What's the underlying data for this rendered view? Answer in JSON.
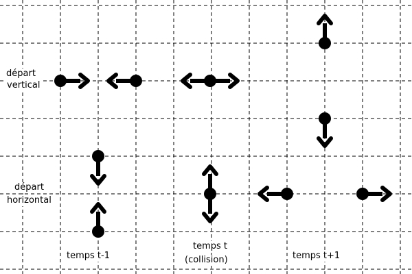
{
  "labels": {
    "start_vertical_line1": "départ",
    "start_vertical_line2": "vertical",
    "start_horizontal_line1": "départ",
    "start_horizontal_line2": "horizontal",
    "time_prev": "temps t-1",
    "time_collision_line1": "temps t",
    "time_collision_line2": "(collision)",
    "time_next": "temps t+1"
  },
  "particles": [
    {
      "name": "vertical-start-particle-right",
      "dir": [
        "right"
      ]
    },
    {
      "name": "vertical-start-particle-left",
      "dir": [
        "left"
      ]
    },
    {
      "name": "vertical-collision-particle",
      "dir": [
        "left",
        "right"
      ]
    },
    {
      "name": "vertical-result-particle-up",
      "dir": [
        "up"
      ]
    },
    {
      "name": "vertical-result-particle-down",
      "dir": [
        "down"
      ]
    },
    {
      "name": "horizontal-start-particle-down",
      "dir": [
        "down"
      ]
    },
    {
      "name": "horizontal-start-particle-up",
      "dir": [
        "up"
      ]
    },
    {
      "name": "horizontal-collision-particle",
      "dir": [
        "up",
        "down"
      ]
    },
    {
      "name": "horizontal-result-particle-left",
      "dir": [
        "left"
      ]
    },
    {
      "name": "horizontal-result-particle-right",
      "dir": [
        "right"
      ]
    }
  ],
  "colors": {
    "ink": "#000000",
    "grid": "#000000",
    "background": "#ffffff"
  }
}
